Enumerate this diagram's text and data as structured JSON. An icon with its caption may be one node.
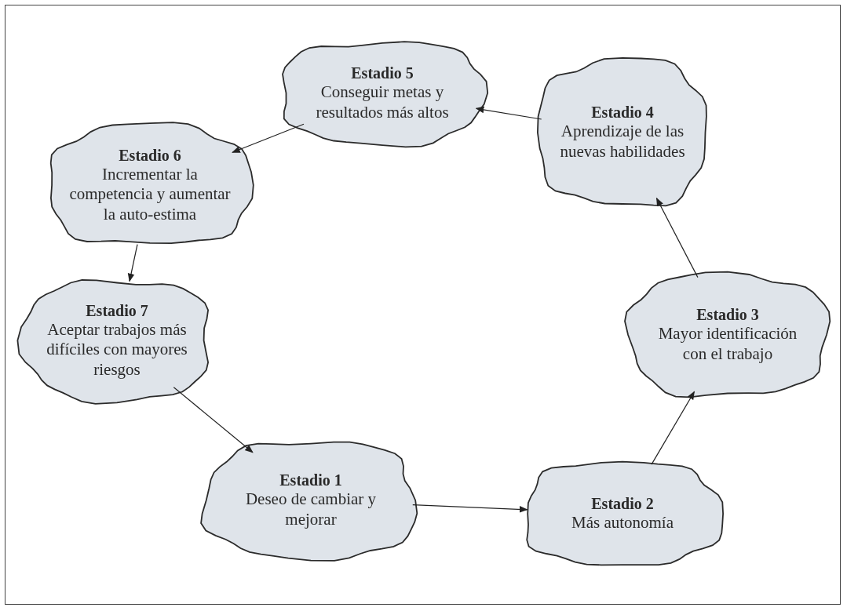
{
  "diagram": {
    "nodes": [
      {
        "text": [
          "Estadio 5",
          "Conseguir metas y resultados más altos"
        ]
      },
      {
        "text": [
          "Estadio 4",
          "Aprendizaje de las nuevas habilidades"
        ]
      },
      {
        "text": [
          "Estadio 6",
          "Incrementar la competencia y aumentar la auto-estima"
        ]
      },
      {
        "text": [
          "Estadio 3",
          "Mayor identificación con el trabajo"
        ]
      },
      {
        "text": [
          "Estadio 7",
          "Aceptar trabajos más difíciles con mayores riesgos"
        ]
      },
      {
        "text": [
          "Estadio 1",
          "Deseo de cambiar y mejorar"
        ]
      },
      {
        "text": [
          "Estadio 2",
          "Más autonomía"
        ]
      }
    ],
    "edges": [
      {
        "from": 5,
        "to": 6,
        "arrow": "to"
      },
      {
        "from": 6,
        "to": 3,
        "arrow": "to"
      },
      {
        "from": 3,
        "to": 1,
        "arrow": "to"
      },
      {
        "from": 1,
        "to": 0,
        "arrow": "to"
      },
      {
        "from": 0,
        "to": 2,
        "arrow": "to"
      },
      {
        "from": 2,
        "to": 4,
        "arrow": "to"
      },
      {
        "from": 4,
        "to": 5,
        "arrow": "to"
      }
    ]
  }
}
